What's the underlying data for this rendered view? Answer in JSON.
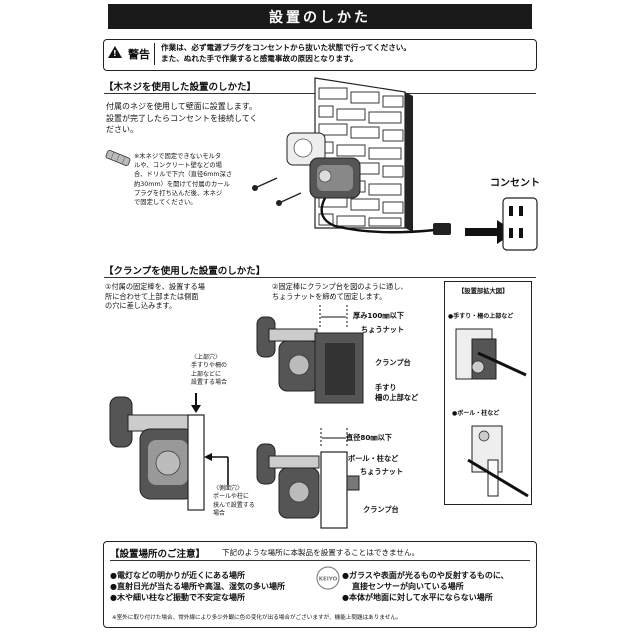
{
  "header": {
    "title": "設置のしかた"
  },
  "warning": {
    "label": "警告",
    "line1": "作業は、必ず電源プラグをコンセントから抜いた状態で行ってください。",
    "line2": "また、ぬれた手で作業すると感電事故の原因となります。"
  },
  "wood_screw": {
    "heading": "【木ネジを使用した設置のしかた】",
    "text1": "付属のネジを使用して壁面に設置します。",
    "text2": "設置が完了したらコンセントを接続してく",
    "text3": "ださい。",
    "note1": "※木ネジで固定できないモルタ",
    "note2": "ルや、コンクリート壁などの場",
    "note3": "合、ドリルで下穴（直径6mm深さ",
    "note4": "約30mm）を開けて付属のカール",
    "note5": "プラグを打ち込んだ後、木ネジ",
    "note6": "で固定してください。",
    "outlet_label": "コンセント",
    "brand_logo": "KEIYO"
  },
  "clamp": {
    "heading": "【クランプを使用した設置のしかた】",
    "step1_1": "①付属の固定棒を、設置する場",
    "step1_2": "所に合わせて上部または側面",
    "step1_3": "の穴に差し込みます。",
    "top_hole_1": "〈上部穴〉",
    "top_hole_2": "手すりや柵の",
    "top_hole_3": "上部などに",
    "top_hole_4": "設置する場合",
    "side_hole_1": "〈側面穴〉",
    "side_hole_2": "ポールや柱に",
    "side_hole_3": "挟んで設置する",
    "side_hole_4": "場合",
    "step2_1": "②固定棒にクランプ台を図のように通し、",
    "step2_2": "ちょうナットを締めて固定します。",
    "thickness": "厚み100㎜以下",
    "wing_nut": "ちょうナット",
    "clamp_base": "クランプ台",
    "handrail_1": "手すり",
    "handrail_2": "柵の上部など",
    "diameter": "直径80㎜以下",
    "pole": "ボール・柱など",
    "wing_nut2": "ちょうナット",
    "clamp_base2": "クランプ台",
    "detail_title": "【設置部拡大図】",
    "detail_handrail": "●手すり・柵の上部など",
    "detail_pole": "●ボール・柱など"
  },
  "caution": {
    "heading": "【設置場所のご注意】",
    "intro": "下記のような場所に本製品を設置することはできません。",
    "left1": "●電灯などの明かりが近くにある場所",
    "left2": "●直射日光が当たる場所や高温、湿気の多い場所",
    "left3": "●木や細い柱など振動で不安定な場所",
    "right1": "●ガラスや表面が光るものや反射するものに、",
    "right1b": "直接センサーが向いている場所",
    "right2": "●本体が地面に対して水平にならない場所",
    "footnote": "※室外に取り付けた場合、常外線により多少外観に色の変化が出る場合がございますが、機能上問題はありません。"
  }
}
